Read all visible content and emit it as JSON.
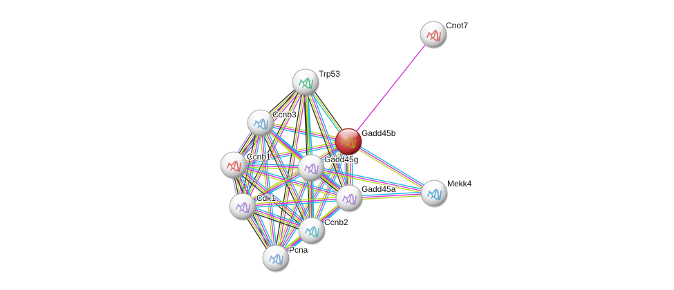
{
  "diagram": {
    "type": "protein-interaction-network",
    "edge_colors": {
      "cyan": "#1fb6e0",
      "magenta": "#d633d6",
      "lime": "#b6d71c",
      "black": "#333333",
      "lavender": "#a49ef0"
    },
    "node_colors": {
      "default": "#e6e6e6",
      "query": "#c23a3a"
    },
    "nodes": [
      {
        "id": "Cnot7",
        "label": "Cnot7",
        "query": false,
        "glyph": "#d9534f"
      },
      {
        "id": "Trp53",
        "label": "Trp53",
        "query": false,
        "glyph": "#35b37a"
      },
      {
        "id": "Ccnb3",
        "label": "Ccnb3",
        "query": false,
        "glyph": "#5aa0d0"
      },
      {
        "id": "Gadd45b",
        "label": "Gadd45b",
        "query": true,
        "glyph": "#b8a020"
      },
      {
        "id": "Ccnb1",
        "label": "Ccnb1",
        "query": false,
        "glyph": "#d9534f"
      },
      {
        "id": "Gadd45g",
        "label": "Gadd45g",
        "query": false,
        "glyph": "#a07ad0"
      },
      {
        "id": "Gadd45a",
        "label": "Gadd45a",
        "query": false,
        "glyph": "#a07ad0"
      },
      {
        "id": "Mekk4",
        "label": "Mekk4",
        "query": false,
        "glyph": "#3a9ad0"
      },
      {
        "id": "Cdk1",
        "label": "Cdk1",
        "query": false,
        "glyph": "#a07ad0"
      },
      {
        "id": "Ccnb2",
        "label": "Ccnb2",
        "query": false,
        "glyph": "#4ab0c0"
      },
      {
        "id": "Pcna",
        "label": "Pcna",
        "query": false,
        "glyph": "#6a9ad0"
      }
    ],
    "edges": [
      {
        "source": "Gadd45b",
        "target": "Cnot7",
        "types": [
          "magenta"
        ]
      },
      {
        "source": "Gadd45b",
        "target": "Trp53",
        "types": [
          "cyan",
          "lime",
          "black"
        ]
      },
      {
        "source": "Gadd45b",
        "target": "Ccnb3",
        "types": [
          "cyan",
          "magenta",
          "lime"
        ]
      },
      {
        "source": "Gadd45b",
        "target": "Ccnb1",
        "types": [
          "cyan",
          "magenta",
          "lime"
        ]
      },
      {
        "source": "Gadd45b",
        "target": "Gadd45g",
        "types": [
          "cyan",
          "magenta",
          "lime"
        ]
      },
      {
        "source": "Gadd45b",
        "target": "Gadd45a",
        "types": [
          "cyan",
          "magenta",
          "lime",
          "black",
          "lavender"
        ]
      },
      {
        "source": "Gadd45b",
        "target": "Mekk4",
        "types": [
          "cyan",
          "magenta",
          "lime"
        ]
      },
      {
        "source": "Gadd45b",
        "target": "Cdk1",
        "types": [
          "cyan",
          "magenta",
          "lime"
        ]
      },
      {
        "source": "Gadd45b",
        "target": "Ccnb2",
        "types": [
          "cyan",
          "magenta",
          "lime"
        ]
      },
      {
        "source": "Gadd45b",
        "target": "Pcna",
        "types": [
          "cyan",
          "magenta",
          "lime"
        ]
      },
      {
        "source": "Trp53",
        "target": "Ccnb3",
        "types": [
          "magenta",
          "lime",
          "black"
        ]
      },
      {
        "source": "Trp53",
        "target": "Ccnb1",
        "types": [
          "magenta",
          "lime",
          "black"
        ]
      },
      {
        "source": "Trp53",
        "target": "Gadd45g",
        "types": [
          "cyan",
          "lime",
          "black"
        ]
      },
      {
        "source": "Trp53",
        "target": "Gadd45a",
        "types": [
          "cyan",
          "magenta",
          "lime",
          "black"
        ]
      },
      {
        "source": "Trp53",
        "target": "Cdk1",
        "types": [
          "magenta",
          "lime",
          "black"
        ]
      },
      {
        "source": "Trp53",
        "target": "Ccnb2",
        "types": [
          "cyan",
          "lime",
          "black"
        ]
      },
      {
        "source": "Trp53",
        "target": "Pcna",
        "types": [
          "magenta",
          "lime",
          "black"
        ]
      },
      {
        "source": "Ccnb3",
        "target": "Ccnb1",
        "types": [
          "cyan",
          "magenta",
          "lime",
          "black",
          "lavender"
        ]
      },
      {
        "source": "Ccnb3",
        "target": "Gadd45g",
        "types": [
          "cyan",
          "magenta",
          "lime"
        ]
      },
      {
        "source": "Ccnb3",
        "target": "Gadd45a",
        "types": [
          "cyan",
          "magenta",
          "lime"
        ]
      },
      {
        "source": "Ccnb3",
        "target": "Cdk1",
        "types": [
          "cyan",
          "magenta",
          "lime",
          "black"
        ]
      },
      {
        "source": "Ccnb3",
        "target": "Ccnb2",
        "types": [
          "cyan",
          "magenta",
          "lime",
          "black"
        ]
      },
      {
        "source": "Ccnb3",
        "target": "Pcna",
        "types": [
          "cyan",
          "magenta",
          "lime"
        ]
      },
      {
        "source": "Ccnb1",
        "target": "Gadd45g",
        "types": [
          "cyan",
          "magenta",
          "lime"
        ]
      },
      {
        "source": "Ccnb1",
        "target": "Gadd45a",
        "types": [
          "cyan",
          "magenta",
          "lime"
        ]
      },
      {
        "source": "Ccnb1",
        "target": "Cdk1",
        "types": [
          "cyan",
          "magenta",
          "lime",
          "black",
          "lavender"
        ]
      },
      {
        "source": "Ccnb1",
        "target": "Ccnb2",
        "types": [
          "cyan",
          "magenta",
          "lime",
          "black"
        ]
      },
      {
        "source": "Ccnb1",
        "target": "Pcna",
        "types": [
          "cyan",
          "magenta",
          "lime",
          "black"
        ]
      },
      {
        "source": "Gadd45g",
        "target": "Gadd45a",
        "types": [
          "cyan",
          "magenta",
          "lime",
          "black",
          "lavender"
        ]
      },
      {
        "source": "Gadd45g",
        "target": "Mekk4",
        "types": [
          "cyan",
          "magenta",
          "lime"
        ]
      },
      {
        "source": "Gadd45g",
        "target": "Cdk1",
        "types": [
          "cyan",
          "magenta",
          "lime"
        ]
      },
      {
        "source": "Gadd45g",
        "target": "Ccnb2",
        "types": [
          "cyan",
          "magenta",
          "lime"
        ]
      },
      {
        "source": "Gadd45g",
        "target": "Pcna",
        "types": [
          "cyan",
          "magenta",
          "lime"
        ]
      },
      {
        "source": "Gadd45a",
        "target": "Mekk4",
        "types": [
          "cyan",
          "magenta",
          "lime"
        ]
      },
      {
        "source": "Gadd45a",
        "target": "Cdk1",
        "types": [
          "cyan",
          "magenta",
          "lime"
        ]
      },
      {
        "source": "Gadd45a",
        "target": "Ccnb2",
        "types": [
          "cyan",
          "magenta",
          "lime"
        ]
      },
      {
        "source": "Gadd45a",
        "target": "Pcna",
        "types": [
          "cyan",
          "magenta",
          "lime"
        ]
      },
      {
        "source": "Cdk1",
        "target": "Ccnb2",
        "types": [
          "cyan",
          "magenta",
          "lime",
          "black"
        ]
      },
      {
        "source": "Cdk1",
        "target": "Pcna",
        "types": [
          "cyan",
          "magenta",
          "lime",
          "black"
        ]
      },
      {
        "source": "Ccnb2",
        "target": "Pcna",
        "types": [
          "cyan",
          "magenta",
          "lime"
        ]
      }
    ]
  }
}
